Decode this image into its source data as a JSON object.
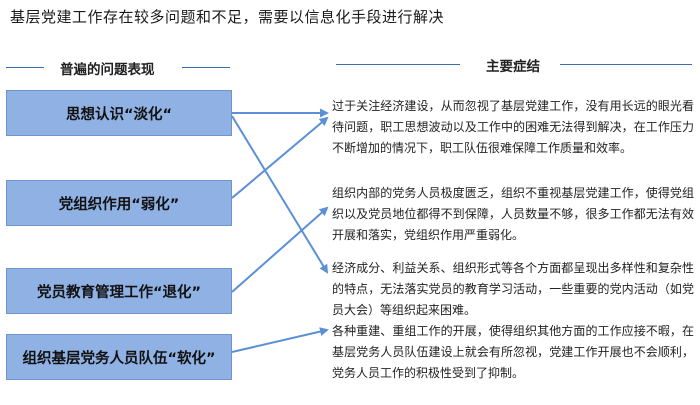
{
  "title": "基层党建工作存在较多问题和不足，需要以信息化手段进行解决",
  "left_header": "普遍的问题表现",
  "right_header": "主要症结",
  "accent_color": "#3d6fb0",
  "box_color": "#8fb1e4",
  "problems": [
    "思想认识“淡化“",
    "党组织作用“弱化”",
    "党员教育管理工作“退化”",
    "组织基层党务人员队伍“软化”"
  ],
  "causes": [
    "过于关注经济建设，从而忽视了基层党建工作，没有用长远的眼光看待问题，职工思想波动以及工作中的困难无法得到解决，在工作压力不断增加的情况下，职工队伍很难保障工作质量和效率。",
    "组织内部的党务人员极度匮乏，组织不重视基层党建工作，使得党组织以及党员地位都得不到保障，人员数量不够，很多工作都无法有效开展和落实，党组织作用严重弱化。",
    "经济成分、利益关系、组织形式等各个方面都呈现出多样性和复杂性的特点，无法落实党员的教育学习活动，一些重要的党内活动（如党员大会）等组织起来困难。",
    "各种重建、重组工作的开展，使得组织其他方面的工作应接不暇，在基层党务人员队伍建设上就会有所忽视，党建工作开展也不会顺利，党务人员工作的积极性受到了抑制。"
  ]
}
